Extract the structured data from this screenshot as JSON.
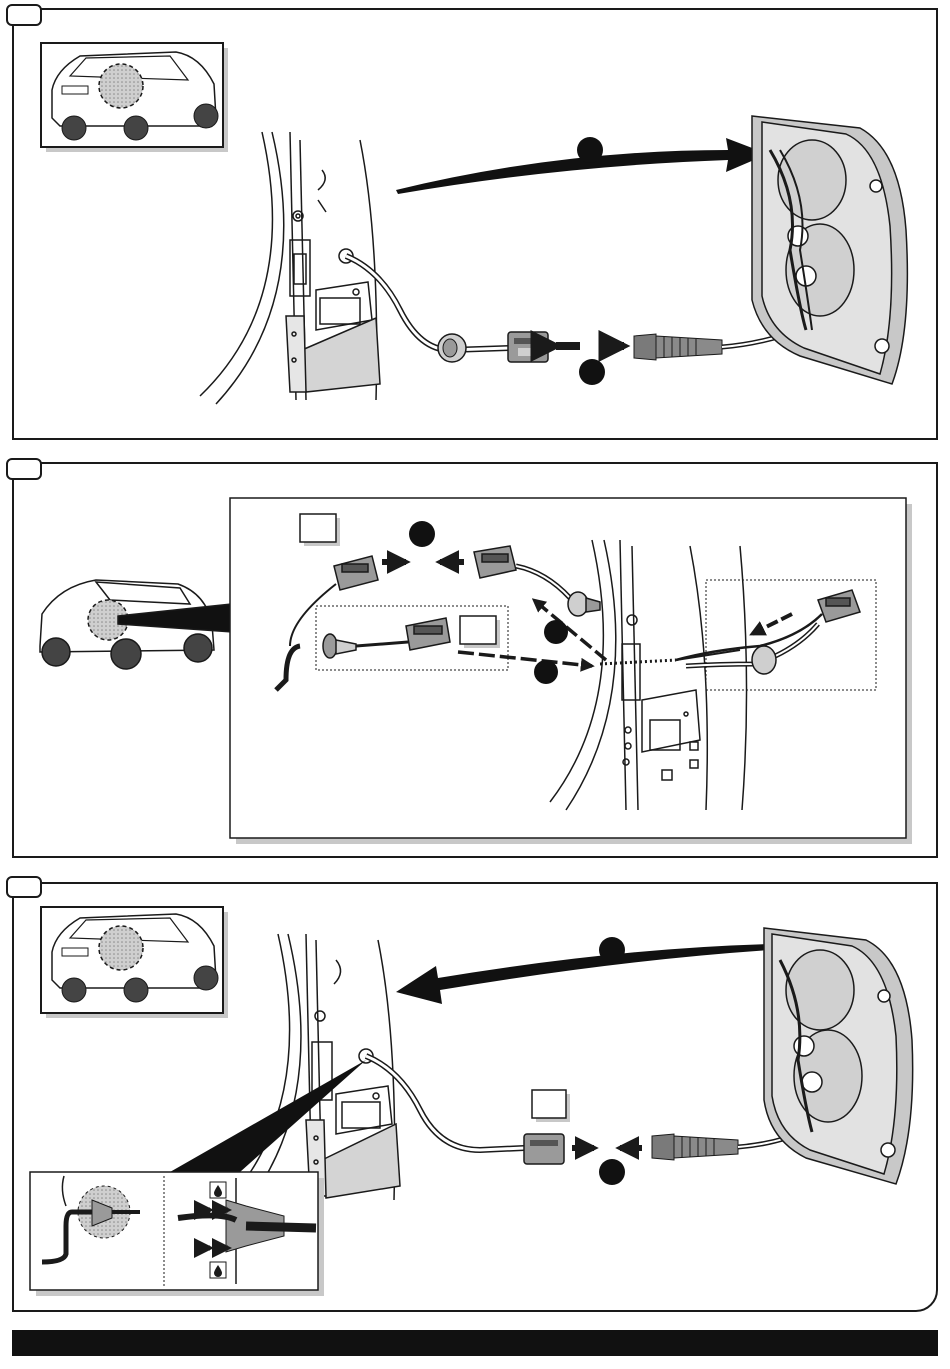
{
  "steps": [
    {
      "number": "",
      "label": "step-1-remove-tail-lamp"
    },
    {
      "number": "",
      "label": "step-2-route-harness"
    },
    {
      "number": "",
      "label": "step-3-reinstall-tail-lamp"
    }
  ],
  "callouts": {
    "step1": [
      "",
      ""
    ],
    "step2": [
      "",
      "",
      ""
    ],
    "step3": [
      "",
      ""
    ]
  },
  "label_boxes": {
    "step2": [
      "",
      ""
    ],
    "step3": [
      ""
    ]
  },
  "icons": {
    "water_drop": "water-drop-icon",
    "push_arrow": "push-arrow-icon"
  },
  "colors": {
    "ink": "#1a1a1a",
    "shade": "#bdbdbd",
    "dark_shade": "#8a8a8a",
    "panel_shadow": "#c8c8c8"
  },
  "footer": {
    "text": ""
  }
}
